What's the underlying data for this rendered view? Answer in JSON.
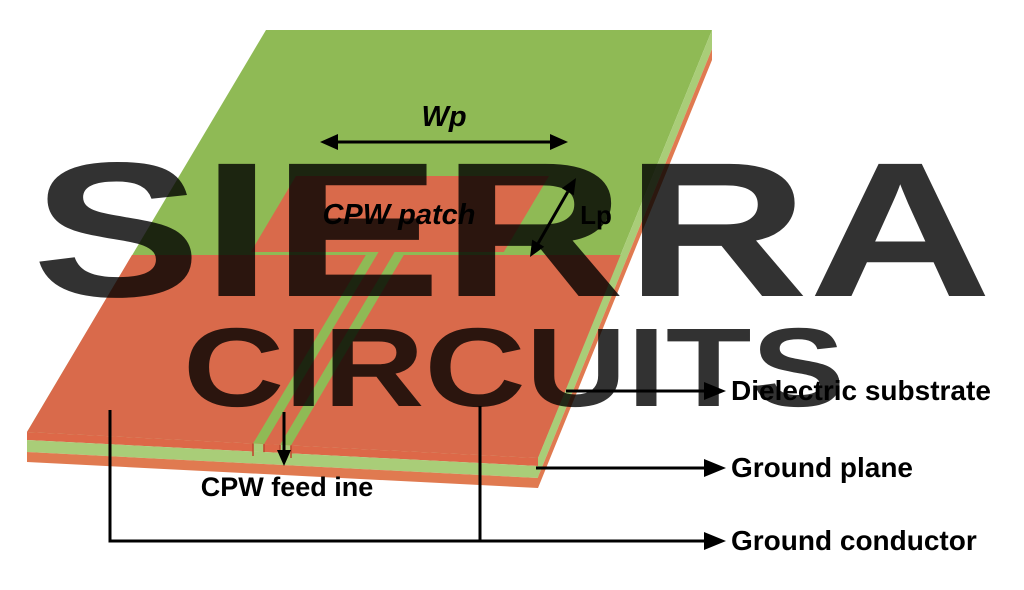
{
  "watermark": {
    "line1": "SIERRA",
    "line2": "CIRCUITS"
  },
  "board": {
    "patch_label": "CPW patch",
    "wp_label": "Wp",
    "lp_label": "Lp",
    "feed_label": "CPW feed ine"
  },
  "legend": {
    "dielectric": "Dielectric substrate",
    "ground_plane": "Ground plane",
    "ground_conductor": "Ground conductor"
  },
  "colors": {
    "substrate_top": "#8fba55",
    "substrate_side": "#a9cd78",
    "copper": "#d96a4b",
    "copper_edge": "#dd6848",
    "ground_plane_side": "#e07a50",
    "gap_cut_line": "#bf4a30",
    "watermark": "#c2c2c2"
  }
}
